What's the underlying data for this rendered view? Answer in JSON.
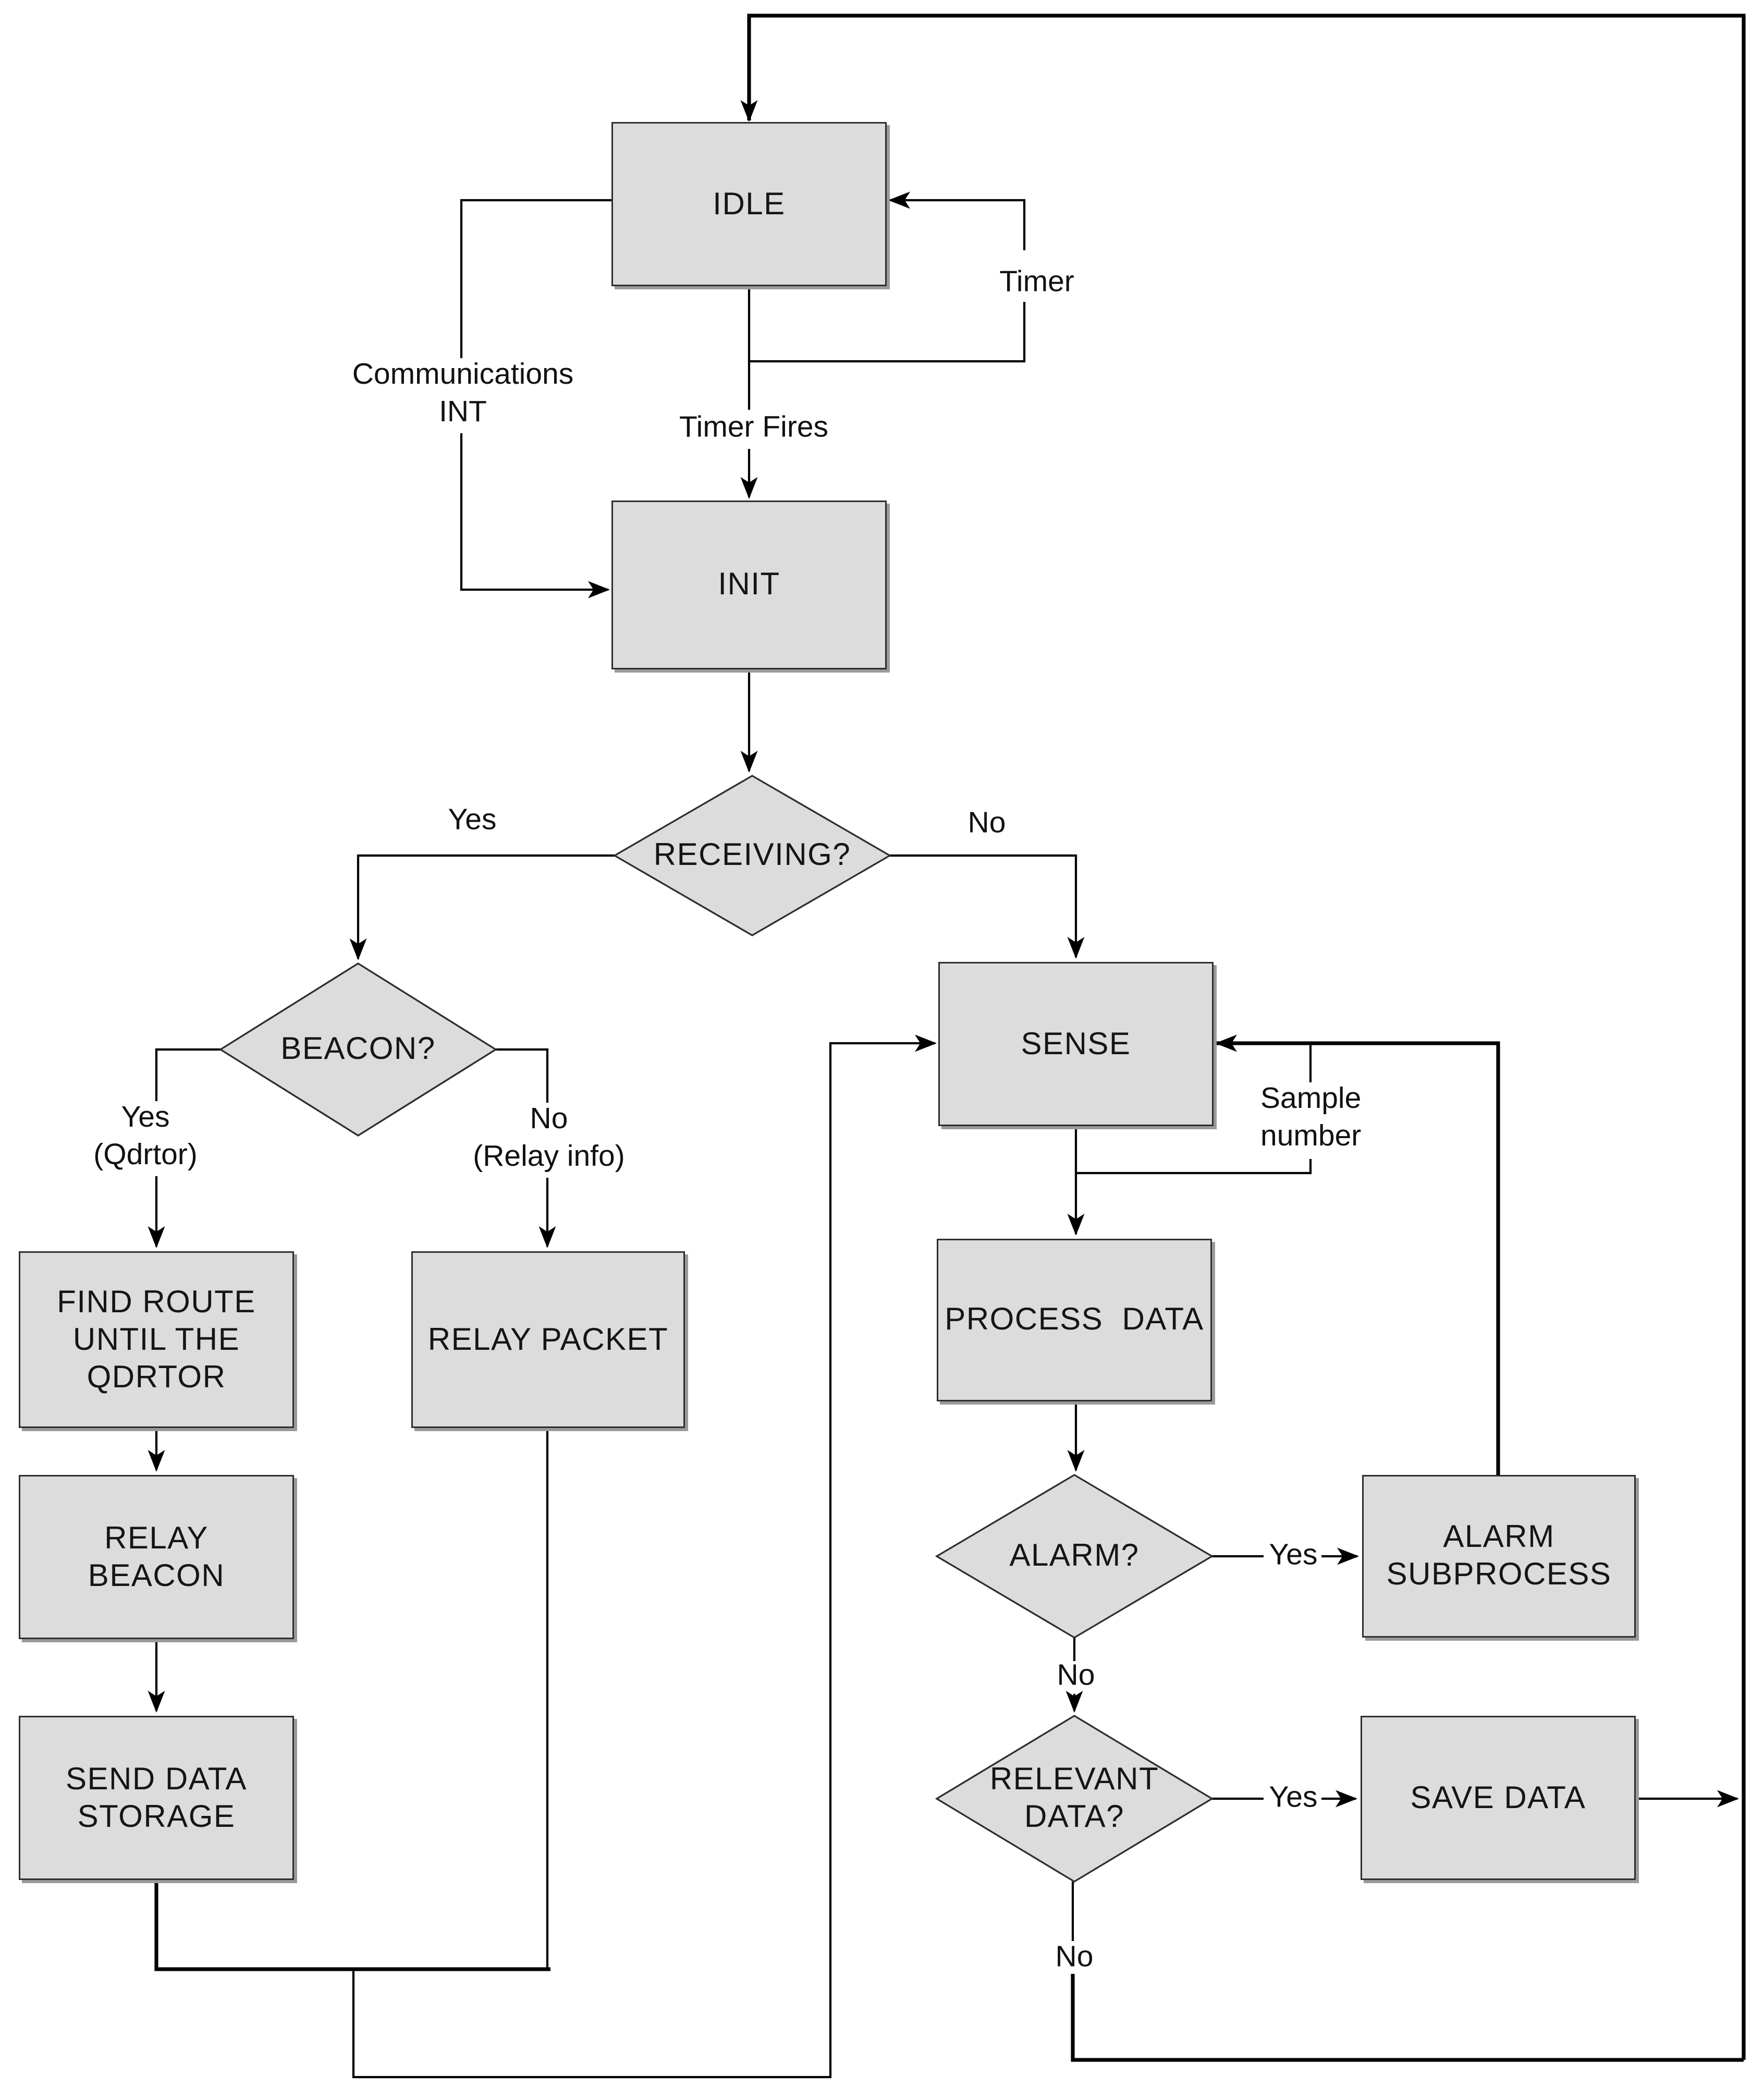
{
  "diagram": {
    "title": "sensor-node-state-flowchart",
    "colors": {
      "background": "#ffffff",
      "node_fill": "#dcdcdc",
      "node_border": "#2e2e2e",
      "line": "#000000"
    },
    "nodes": {
      "idle": "IDLE",
      "init": "INIT",
      "receiving": "RECEIVING?",
      "beacon": "BEACON?",
      "find_route": "FIND ROUTE\nUNTIL THE\nQDRTOR",
      "relay_packet": "RELAY PACKET",
      "relay_beacon": "RELAY\nBEACON",
      "send_data_storage": "SEND DATA\nSTORAGE",
      "sense": "SENSE",
      "process_data": "PROCESS  DATA",
      "alarm": "ALARM?",
      "alarm_subprocess": "ALARM\nSUBPROCESS",
      "relevant_data": "RELEVANT\nDATA?",
      "save_data": "SAVE DATA"
    },
    "edges": {
      "timer": "Timer",
      "timer_fires": "Timer Fires",
      "communications_int": "Communications\nINT",
      "receiving_yes": "Yes",
      "receiving_no": "No",
      "beacon_yes": "Yes\n(Qdrtor)",
      "beacon_no": "No\n(Relay info)",
      "sample_number": "Sample\nnumber",
      "alarm_yes": "Yes",
      "alarm_no": "No",
      "relevant_yes": "Yes",
      "relevant_no": "No"
    }
  }
}
